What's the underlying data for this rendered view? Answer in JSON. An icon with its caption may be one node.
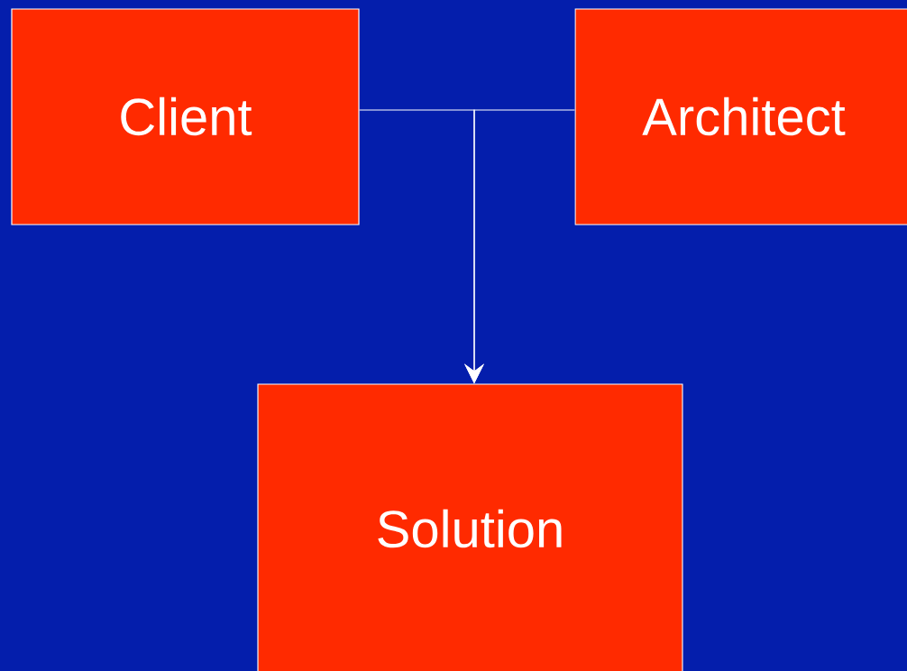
{
  "diagram": {
    "nodes": [
      {
        "text": [
          "Client"
        ]
      },
      {
        "text": [
          "Architect"
        ]
      },
      {
        "text": [
          "Solution"
        ]
      }
    ],
    "edges": [
      {
        "from": 0,
        "to": 2,
        "arrow": "to"
      },
      {
        "from": 1,
        "to": 2,
        "arrow": "to"
      }
    ]
  }
}
